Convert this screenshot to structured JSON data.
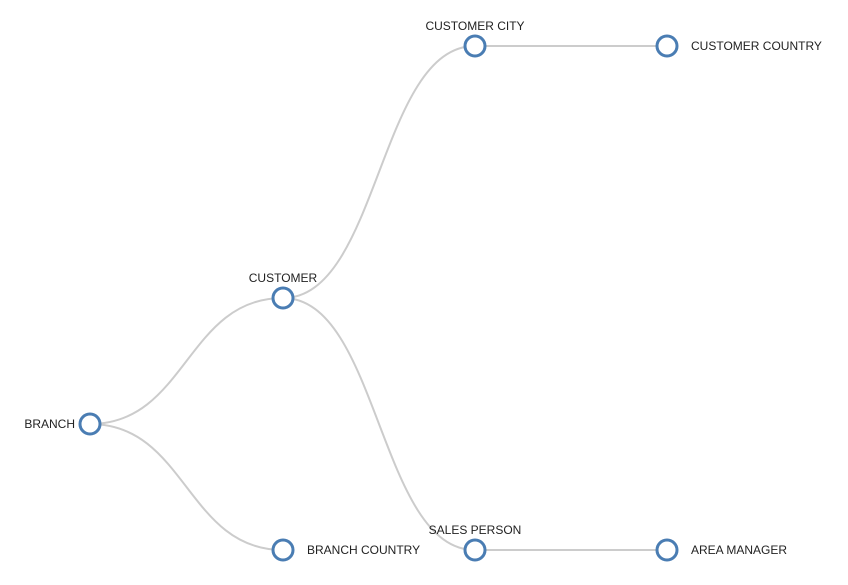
{
  "tree": {
    "nodes": [
      {
        "id": "branch",
        "label": "BRANCH"
      },
      {
        "id": "customer",
        "label": "CUSTOMER"
      },
      {
        "id": "branch-country",
        "label": "BRANCH COUNTRY"
      },
      {
        "id": "customer-city",
        "label": "CUSTOMER CITY"
      },
      {
        "id": "sales-person",
        "label": "SALES PERSON"
      },
      {
        "id": "customer-country",
        "label": "CUSTOMER COUNTRY"
      },
      {
        "id": "area-manager",
        "label": "AREA MANAGER"
      }
    ],
    "links": [
      {
        "source": "branch",
        "target": "customer"
      },
      {
        "source": "branch",
        "target": "branch-country"
      },
      {
        "source": "customer",
        "target": "customer-city"
      },
      {
        "source": "customer",
        "target": "sales-person"
      },
      {
        "source": "customer-city",
        "target": "customer-country"
      },
      {
        "source": "sales-person",
        "target": "area-manager"
      }
    ],
    "colors": {
      "link": "#cccccc",
      "node_stroke": "#4a7db3",
      "node_fill": "#ffffff",
      "label": "#222222"
    }
  }
}
